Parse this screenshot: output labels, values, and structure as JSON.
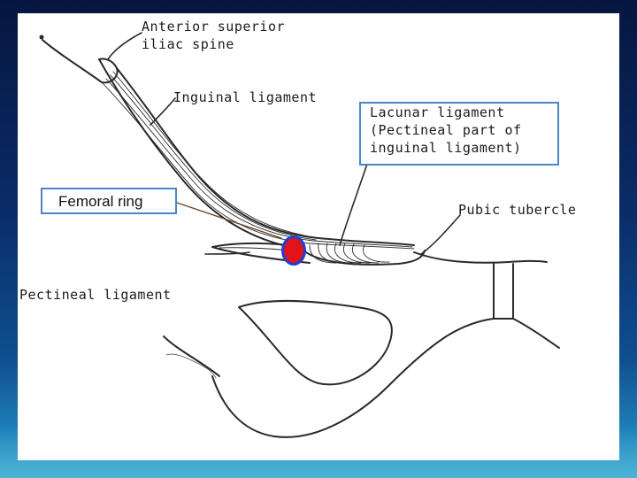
{
  "labels": {
    "asis_line1": "Anterior superior",
    "asis_line2": "iliac spine",
    "inguinal": "Inguinal ligament",
    "lacunar_line1": "Lacunar ligament",
    "lacunar_line2": "(Pectineal part of",
    "lacunar_line3": "inguinal ligament)",
    "femoral_ring": "Femoral ring",
    "pubic_tubercle": "Pubic tubercle",
    "pectineal": "Pectineal ligament"
  },
  "colors": {
    "slide_background": "#0a2d6a",
    "callout_border": "#4a86c6",
    "femoral_ring_marker": "#e0141a",
    "femoral_ring_marker_outline": "#1f3fd1"
  }
}
